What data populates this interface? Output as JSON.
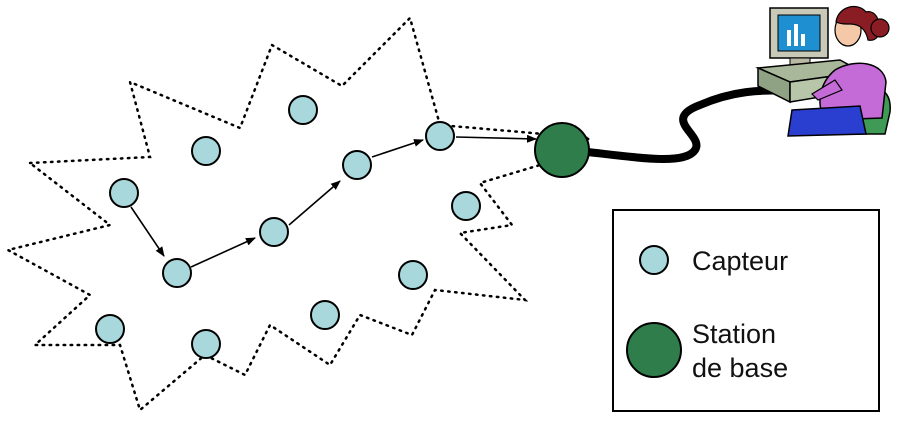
{
  "legend": {
    "sensor_label": "Capteur",
    "station_label_line1": "Station",
    "station_label_line2": "de base"
  },
  "colors": {
    "sensor_fill": "#a8d8dc",
    "station_fill": "#2e7d4a",
    "stroke": "#000000"
  },
  "icons": {
    "workstation": "user-at-computer-icon"
  }
}
